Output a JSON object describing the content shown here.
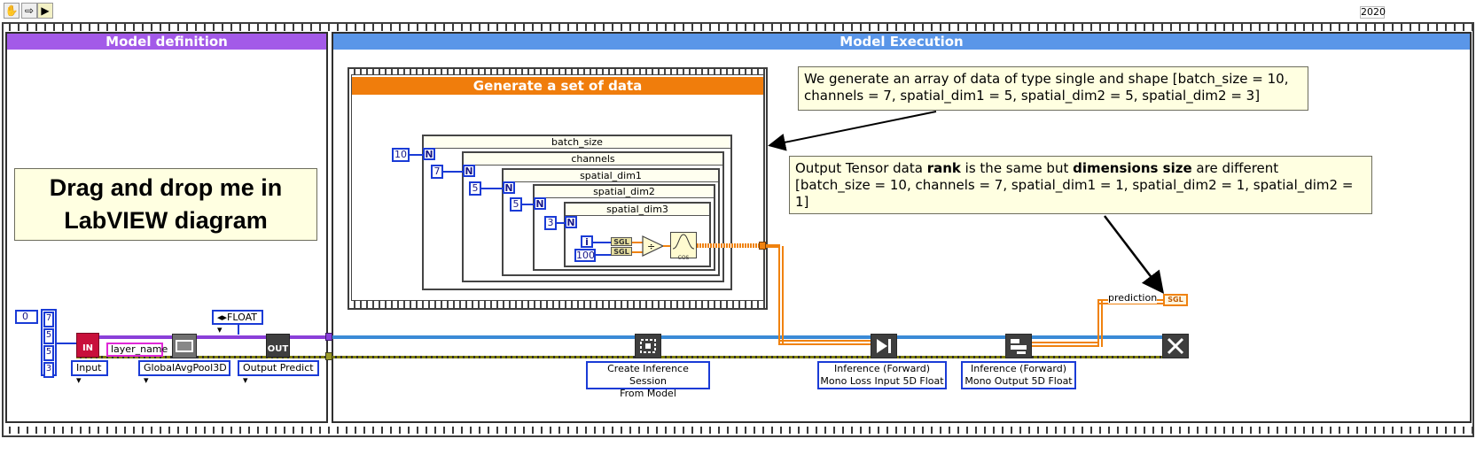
{
  "toolbar": {
    "version": "2020"
  },
  "left_panel": {
    "header": "Model definition",
    "drag_note": "Drag and drop me in LabVIEW diagram",
    "array_index": "0",
    "array_values": [
      "7",
      "5",
      "5",
      "3"
    ],
    "in_node": "IN",
    "out_node": "OUT",
    "layer_name": "layer_name",
    "dtype_ring": "FLOAT",
    "input_ring": "Input",
    "pool_ring": "GlobalAvgPool3D",
    "output_ring": "Output Predict"
  },
  "right_panel": {
    "header": "Model Execution",
    "generate_header": "Generate a set of data",
    "note_top": "We generate an array of data of type single and shape [batch_size = 10, channels = 7, spatial_dim1 = 5, spatial_dim2 = 5, spatial_dim2 = 3]",
    "note_bottom_parts": {
      "p1": "Output Tensor data ",
      "b1": "rank",
      "p2": " is the same but ",
      "b2": "dimensions size",
      "p3": " are different",
      "line2": "[batch_size = 10, channels = 7, spatial_dim1 = 1, spatial_dim2 = 1, spatial_dim2 = 1]"
    },
    "loops": [
      {
        "title": "batch_size",
        "count": "10"
      },
      {
        "title": "channels",
        "count": "7"
      },
      {
        "title": "spatial_dim1",
        "count": "5"
      },
      {
        "title": "spatial_dim2",
        "count": "5"
      },
      {
        "title": "spatial_dim3",
        "count": "3"
      }
    ],
    "n_label": "N",
    "i_label": "i",
    "sgl": "SGL",
    "divisor": "100",
    "cos_label": "COS",
    "prediction_label": "prediction",
    "prediction_indicator": "SGL",
    "vi_create": "Create Inference Session\nFrom Model",
    "vi_forward_input": "Inference (Forward)\nMono Loss Input 5D Float",
    "vi_forward_output": "Inference (Forward)\nMono Output 5D Float"
  },
  "colors": {
    "model_def_header": "#a35ae8",
    "model_exec_header": "#5a96e8",
    "generate_header": "#f07d0c",
    "note_bg": "#ffffe1",
    "wire_blue": "#1a3bd6",
    "wire_orange": "#f0820f"
  }
}
